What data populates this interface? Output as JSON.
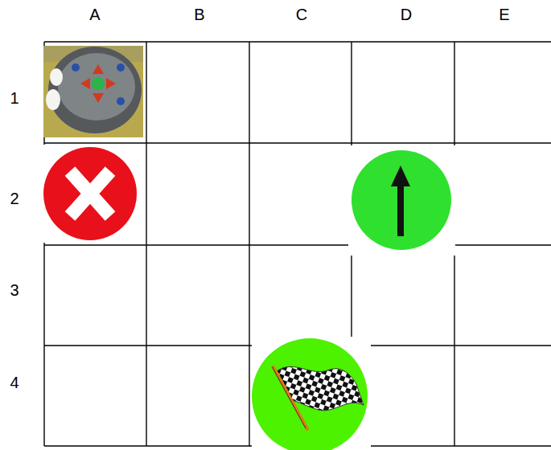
{
  "diagram": {
    "labels": [
      "A",
      "B",
      "C",
      "D",
      "E",
      "1",
      "2",
      "3",
      "4"
    ]
  }
}
